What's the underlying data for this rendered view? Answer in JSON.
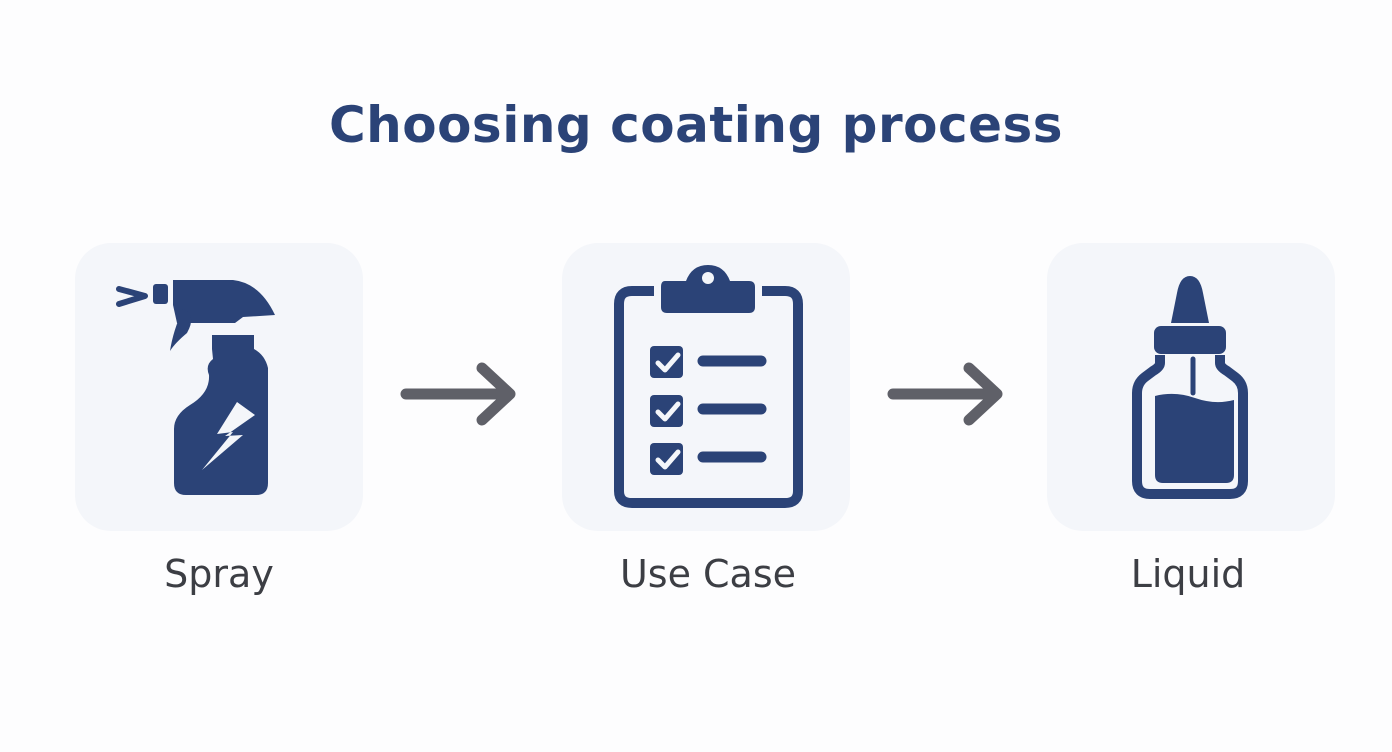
{
  "title": "Choosing coating process",
  "colors": {
    "icon": "#2b4377",
    "arrow": "#5f6068",
    "panel": "#f4f6fa",
    "label": "#3c3e44"
  },
  "steps": [
    {
      "label": "Spray",
      "icon": "spray-bottle-icon"
    },
    {
      "label": "Use Case",
      "icon": "clipboard-checklist-icon"
    },
    {
      "label": "Liquid",
      "icon": "dropper-bottle-icon"
    }
  ],
  "connectors": [
    {
      "icon": "arrow-right-icon"
    },
    {
      "icon": "arrow-right-icon"
    }
  ]
}
